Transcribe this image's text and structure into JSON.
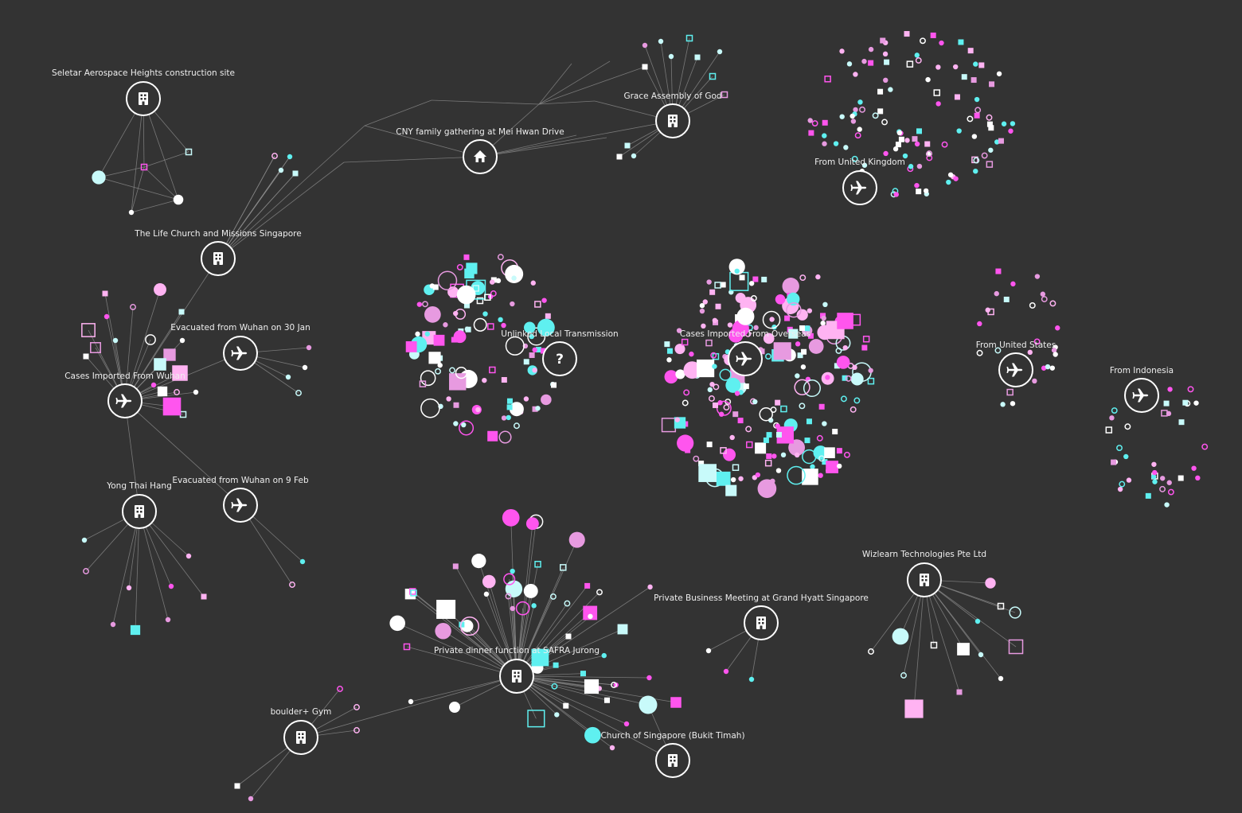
{
  "colors": {
    "background": "#333333",
    "link": "#8a8a8a",
    "hub_stroke": "#ffffff",
    "white": "#ffffff",
    "cyan": "#5ff0f0",
    "pale_cyan": "#c8fafa",
    "magenta": "#ff55ee",
    "pink": "#ffb3f2",
    "orchid": "#e79ae0"
  },
  "clusters": [
    {
      "id": "seletar",
      "label": "Seletar Aerospace Heights construction site",
      "icon": "building-icon"
    },
    {
      "id": "mei-hwan",
      "label": "CNY family gathering at Mei Hwan Drive",
      "icon": "house-icon"
    },
    {
      "id": "grace",
      "label": "Grace Assembly of God",
      "icon": "building-icon"
    },
    {
      "id": "uk",
      "label": "From United Kingdom",
      "icon": "airplane-icon"
    },
    {
      "id": "life-church",
      "label": "The Life Church and Missions Singapore",
      "icon": "building-icon"
    },
    {
      "id": "evac30",
      "label": "Evacuated from Wuhan on 30 Jan",
      "icon": "airplane-icon"
    },
    {
      "id": "wuhan",
      "label": "Cases Imported From Wuhan",
      "icon": "airplane-icon"
    },
    {
      "id": "unlinked",
      "label": "Unlinked Local Transmission",
      "icon": "question-icon"
    },
    {
      "id": "overseas",
      "label": "Cases Imported From Overseas",
      "icon": "airplane-icon"
    },
    {
      "id": "us",
      "label": "From United States",
      "icon": "airplane-icon"
    },
    {
      "id": "indonesia",
      "label": "From Indonesia",
      "icon": "airplane-icon"
    },
    {
      "id": "yong-thai-hang",
      "label": "Yong Thai Hang",
      "icon": "building-icon"
    },
    {
      "id": "evac9",
      "label": "Evacuated from Wuhan on 9 Feb",
      "icon": "airplane-icon"
    },
    {
      "id": "safra",
      "label": "Private dinner function at SAFRA Jurong",
      "icon": "building-icon"
    },
    {
      "id": "hyatt",
      "label": "Private Business Meeting at Grand Hyatt Singapore",
      "icon": "building-icon"
    },
    {
      "id": "wizlearn",
      "label": "Wizlearn Technologies Pte Ltd",
      "icon": "building-icon"
    },
    {
      "id": "boulder",
      "label": "boulder+ Gym",
      "icon": "building-icon"
    },
    {
      "id": "church-sg",
      "label": "Church of Singapore (Bukit Timah)",
      "icon": "building-icon"
    }
  ]
}
